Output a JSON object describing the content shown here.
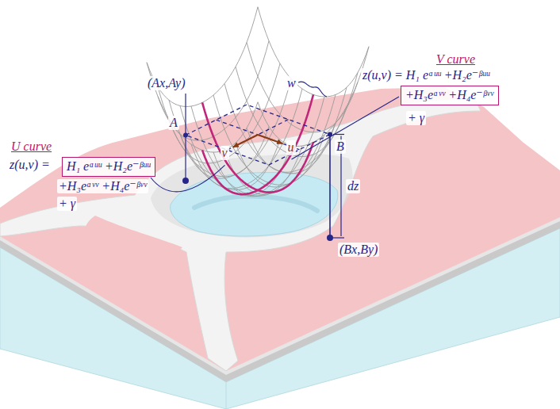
{
  "diagram": {
    "nodes": [
      {
        "text": [
          "+H₃eᵅᵛᵛ +H₄e⁻ᵝᵛᵛ"
        ]
      },
      {
        "text": [
          "H₁ eᵅᵘᵘ +H₂e⁻ᵝᵘᵘ"
        ]
      }
    ],
    "labels": [
      "(Ax,Ay)",
      "A",
      "w",
      "V curve",
      "z(u,v) = H₁ eᵅᵘᵘ +H₂e⁻ᵝᵘᵘ",
      "+ γ",
      "u",
      "v",
      "U curve",
      "z(u,v) =",
      "+H₃eᵅᵛᵛ +H₄e⁻ᵝᵛᵛ",
      "+ γ",
      "B",
      "dz",
      "(Bx,By)"
    ]
  }
}
